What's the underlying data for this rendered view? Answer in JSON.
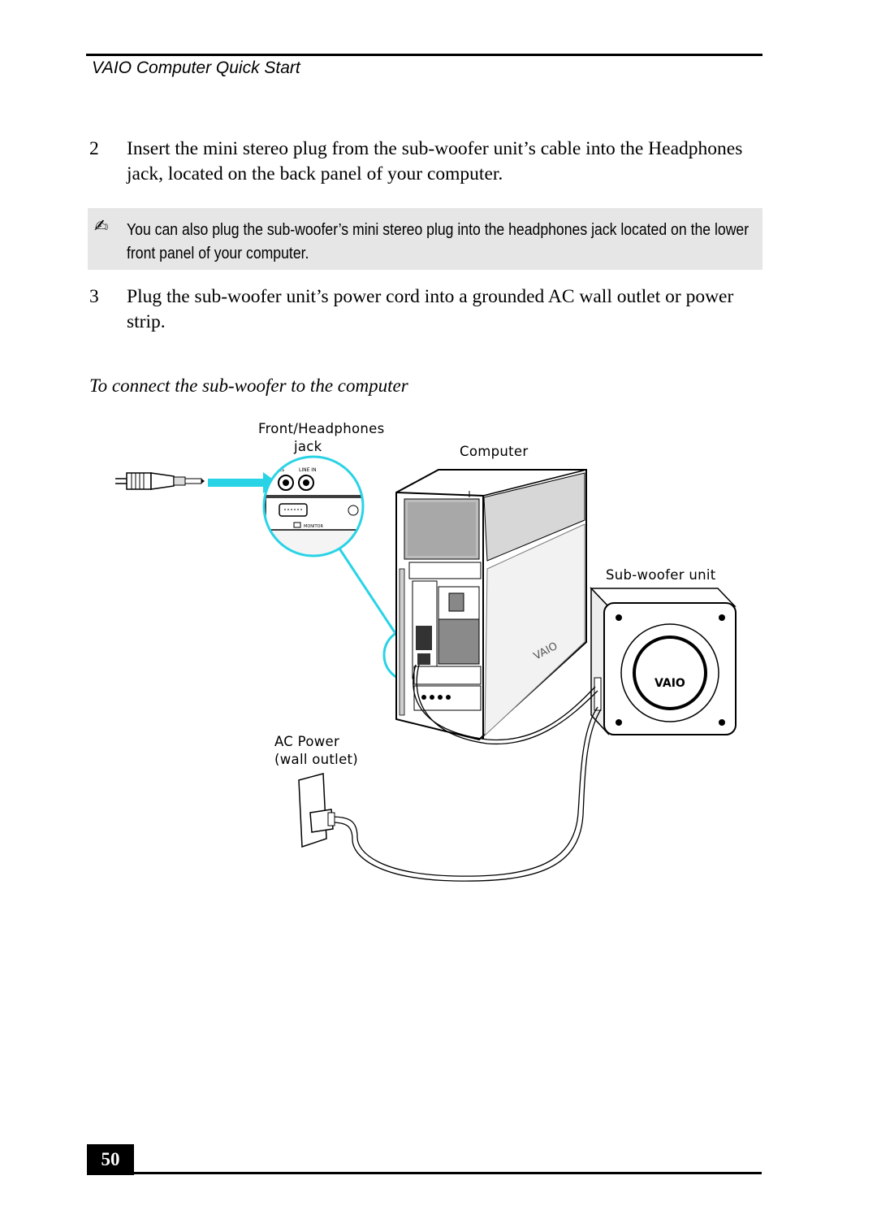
{
  "header": {
    "running_title": "VAIO Computer Quick Start"
  },
  "steps": [
    {
      "number": "2",
      "text": "Insert the mini stereo plug from the sub-woofer unit’s cable into the Headphones jack, located on the back panel of your computer."
    },
    {
      "number": "3",
      "text": "Plug the sub-woofer unit’s power cord into a grounded AC wall outlet or power strip."
    }
  ],
  "note": {
    "icon": "pencil-note-icon",
    "text": "You can also plug the sub-woofer’s mini stereo plug into the headphones jack located on the lower front panel of your computer."
  },
  "figure": {
    "title": "To connect the sub-woofer to the computer",
    "labels": {
      "front_headphones_line1": "Front/Headphones",
      "front_headphones_line2": "jack",
      "computer": "Computer",
      "subwoofer": "Sub-woofer unit",
      "ac_power_line1": "AC Power",
      "ac_power_line2": "(wall outlet)"
    },
    "panel_text": {
      "headphones": "NES",
      "line_in": "LINE IN",
      "monitor": "MONITOR"
    },
    "logo_text": "VAIO",
    "highlight_color": "#29d3e6"
  },
  "footer": {
    "page_number": "50"
  }
}
